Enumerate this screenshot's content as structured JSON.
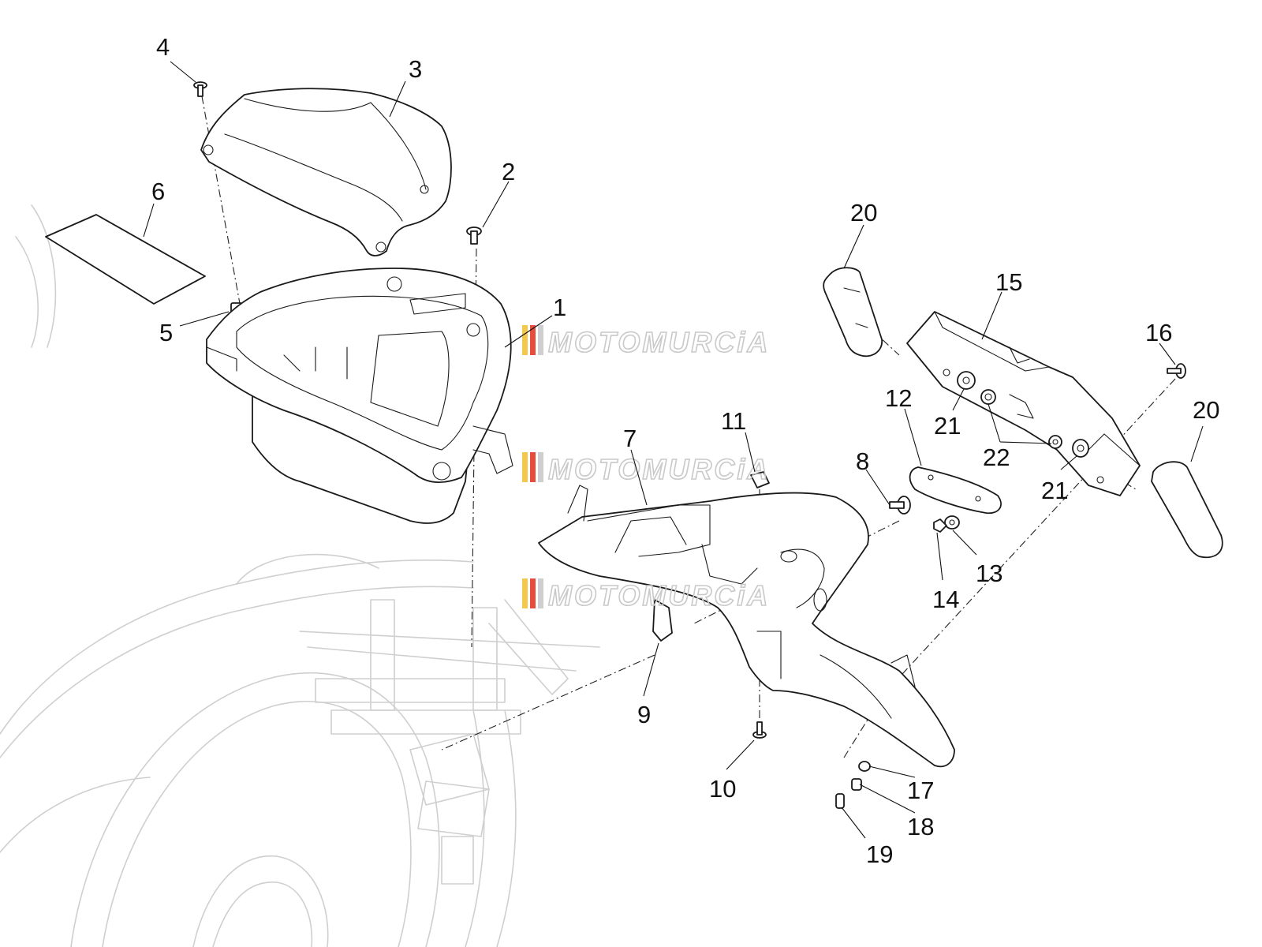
{
  "watermark": {
    "text": "MOTOMURCiA",
    "stripe_colors": [
      "#f2c94c",
      "#e74c3c",
      "#cfcfcf",
      "#cfcfcf"
    ]
  },
  "callouts": {
    "c1": "1",
    "c2": "2",
    "c3": "3",
    "c4": "4",
    "c5": "5",
    "c6": "6",
    "c7": "7",
    "c8": "8",
    "c9": "9",
    "c10": "10",
    "c11": "11",
    "c12": "12",
    "c13": "13",
    "c14": "14",
    "c15": "15",
    "c16": "16",
    "c17": "17",
    "c18": "18",
    "c19": "19",
    "c20a": "20",
    "c20b": "20",
    "c21a": "21",
    "c21b": "21",
    "c22": "22"
  }
}
